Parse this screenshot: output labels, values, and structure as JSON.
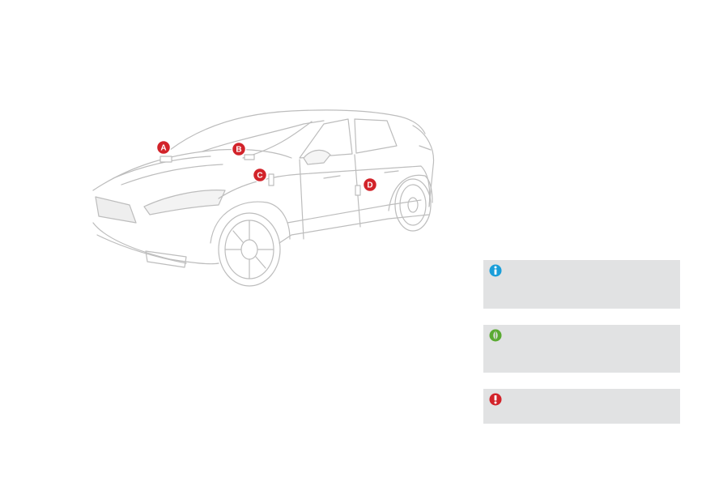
{
  "callouts": [
    {
      "id": "marker-a",
      "label": "A"
    },
    {
      "id": "marker-b",
      "label": "B"
    },
    {
      "id": "marker-c",
      "label": "C"
    },
    {
      "id": "marker-d",
      "label": "D"
    }
  ],
  "notes": {
    "info": {
      "icon": "info-icon",
      "color": "#1a9ed9"
    },
    "eco": {
      "icon": "eco-leaf-icon",
      "color": "#5aaa32"
    },
    "warning": {
      "icon": "warning-icon",
      "color": "#d2232a"
    }
  },
  "colors": {
    "marker": "#d2232a",
    "panel": "#e1e2e3",
    "line": "#bfbfbf"
  }
}
